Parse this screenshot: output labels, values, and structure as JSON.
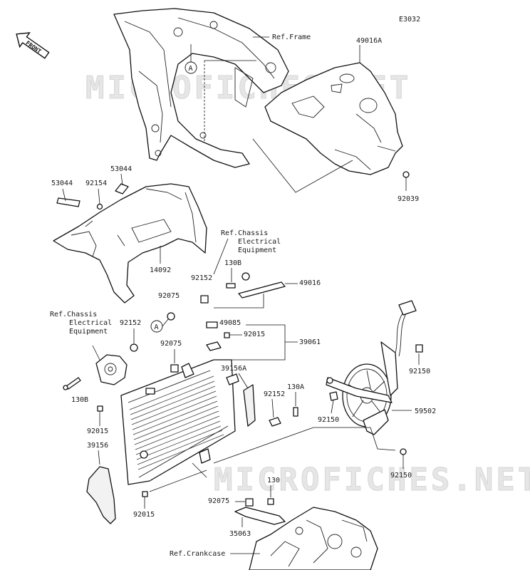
{
  "diagram_code": "E3032",
  "front_label": "FRONT",
  "watermark": "MICROFICHES.NET",
  "callout_a": "A",
  "labels": {
    "ref_frame": "Ref.Frame",
    "p49016A": "49016A",
    "p53044_left": "53044",
    "p92154": "92154",
    "p53044_right": "53044",
    "p92039": "92039",
    "p14092": "14092",
    "ref_chassis_top": [
      "Ref.Chassis",
      "Electrical",
      "Equipment"
    ],
    "p130B_top": "130B",
    "p92152_top": "92152",
    "p49016": "49016",
    "p92075_top": "92075",
    "ref_chassis_left": [
      "Ref.Chassis",
      "Electrical",
      "Equipment"
    ],
    "p92152_left": "92152",
    "p49085": "49085",
    "p92015_top": "92015",
    "p39061": "39061",
    "p92075_mid": "92075",
    "p92150_top": "92150",
    "p39156A": "39156A",
    "p130B_left": "130B",
    "p92152_right": "92152",
    "p130A": "130A",
    "p92015_left": "92015",
    "p92150_mid": "92150",
    "p59502": "59502",
    "p39156": "39156",
    "p92150_bottom": "92150",
    "p130": "130",
    "p92075_bottom": "92075",
    "p92015_bottom": "92015",
    "p35063": "35063",
    "ref_crankcase": "Ref.Crankcase"
  }
}
